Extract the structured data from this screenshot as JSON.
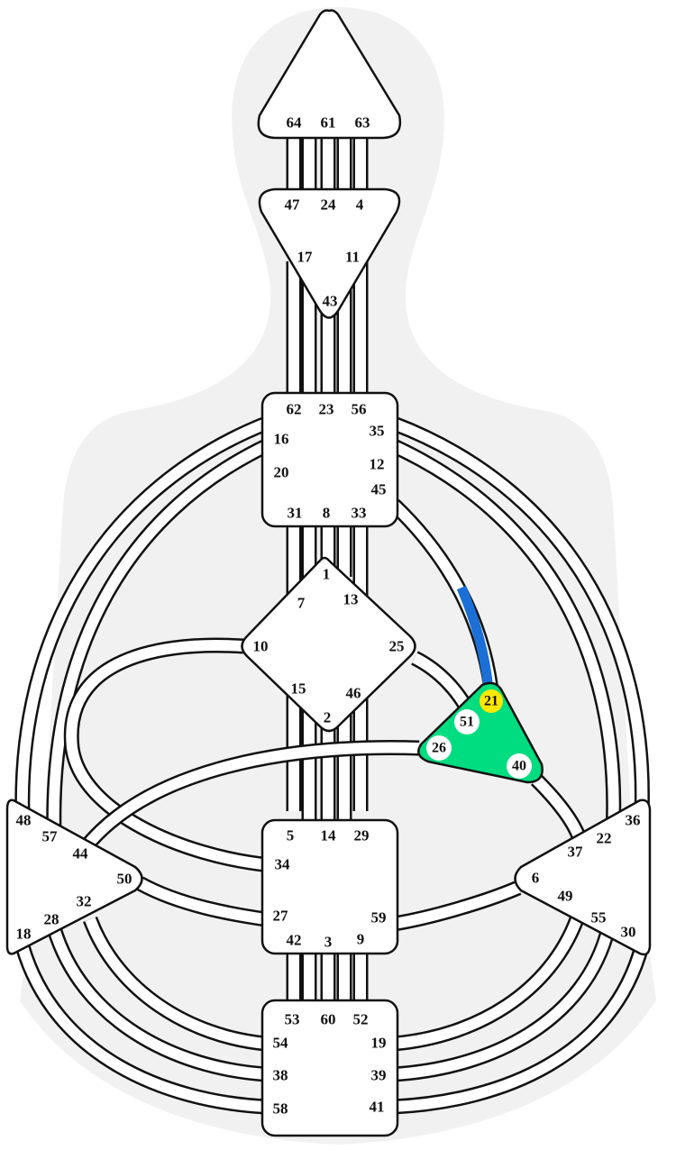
{
  "colors": {
    "silhouette": "#f1f1f1",
    "center_fill": "#ffffff",
    "defined_center": "#00dc80",
    "outline": "#111111",
    "channel_fill": "#ffffff",
    "defined_channel": "#1b6fd6",
    "active_gate": "#ffe800"
  },
  "centers": [
    {
      "name": "head",
      "defined": false,
      "gates": [
        "64",
        "61",
        "63"
      ]
    },
    {
      "name": "ajna",
      "defined": false,
      "gates": [
        "47",
        "24",
        "4",
        "17",
        "11",
        "43"
      ]
    },
    {
      "name": "throat",
      "defined": false,
      "gates": [
        "62",
        "23",
        "56",
        "16",
        "35",
        "20",
        "12",
        "45",
        "31",
        "8",
        "33"
      ]
    },
    {
      "name": "g",
      "defined": false,
      "gates": [
        "1",
        "7",
        "13",
        "10",
        "25",
        "15",
        "46",
        "2"
      ]
    },
    {
      "name": "heart",
      "defined": true,
      "gates": [
        "21",
        "51",
        "26",
        "40"
      ]
    },
    {
      "name": "sacral",
      "defined": false,
      "gates": [
        "5",
        "14",
        "29",
        "34",
        "27",
        "59",
        "42",
        "3",
        "9"
      ]
    },
    {
      "name": "spleen",
      "defined": false,
      "gates": [
        "48",
        "57",
        "44",
        "50",
        "32",
        "28",
        "18"
      ]
    },
    {
      "name": "solar-plexus",
      "defined": false,
      "gates": [
        "36",
        "22",
        "37",
        "6",
        "49",
        "55",
        "30"
      ]
    },
    {
      "name": "root",
      "defined": false,
      "gates": [
        "53",
        "60",
        "52",
        "54",
        "19",
        "38",
        "39",
        "58",
        "41"
      ]
    }
  ],
  "active_gates": [
    "21"
  ],
  "defined_channels": [
    "21-45"
  ]
}
